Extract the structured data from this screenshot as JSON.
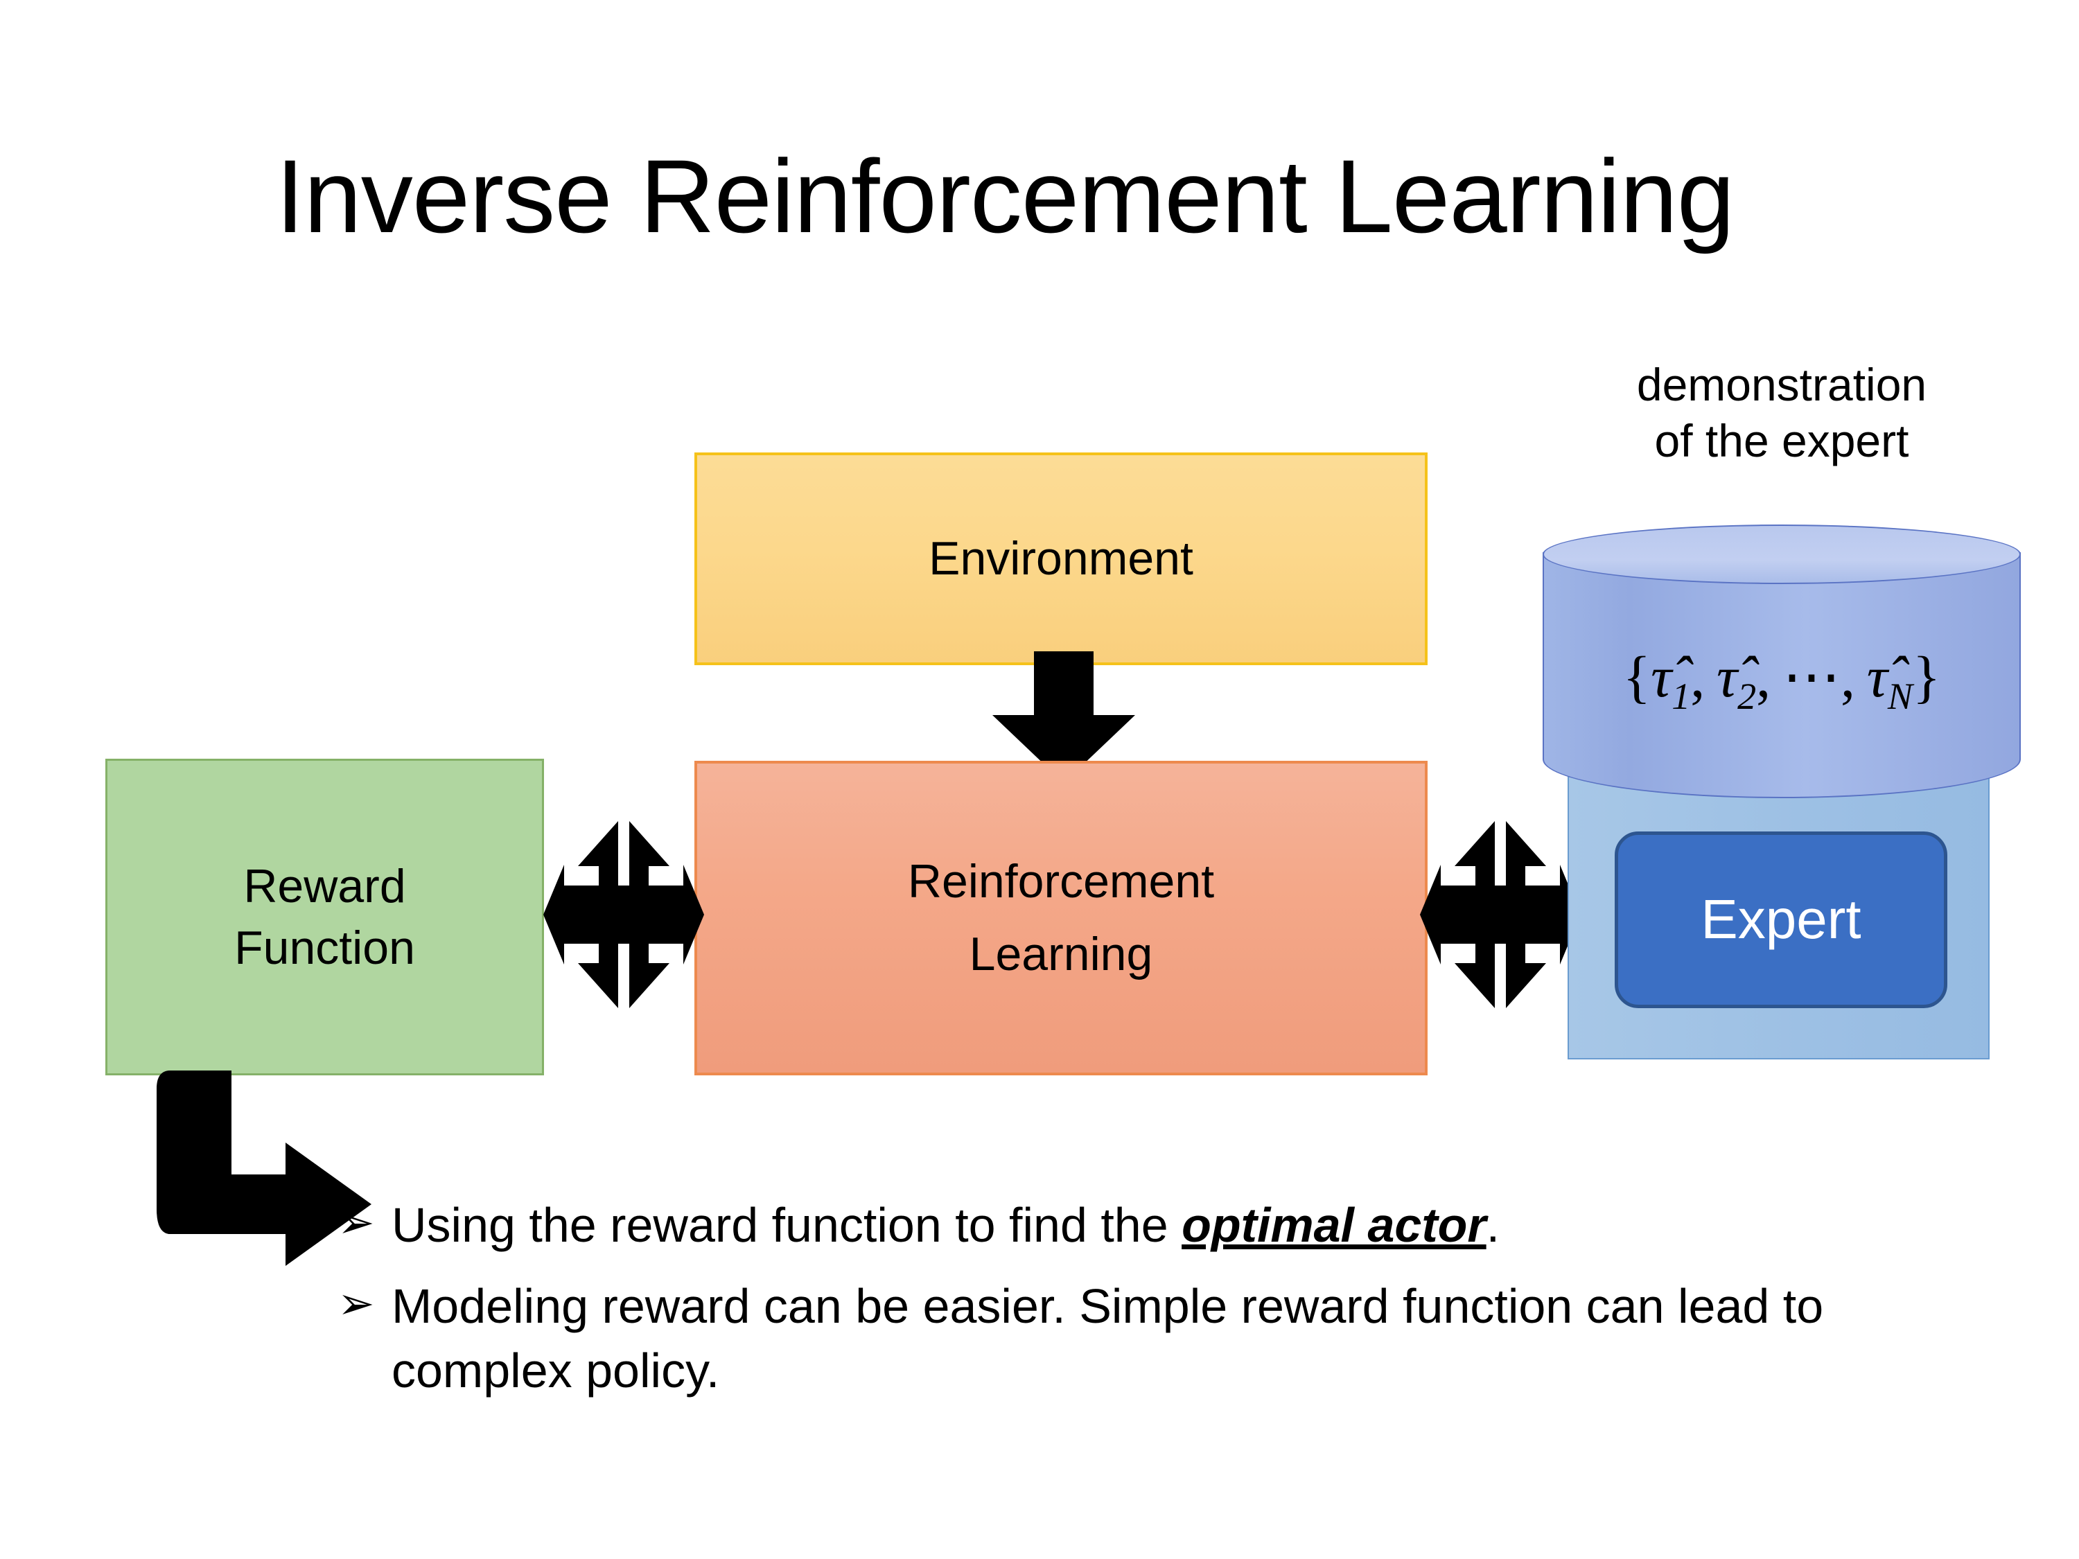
{
  "slide": {
    "title": "Inverse Reinforcement Learning"
  },
  "diagram": {
    "environment": {
      "label": "Environment",
      "fill": "#fcd88c",
      "border": "#f5c21a"
    },
    "reinforcement_learning": {
      "label_line1": "Reinforcement",
      "label_line2": "Learning",
      "fill": "#f4a889",
      "border": "#ed8a4e"
    },
    "reward_function": {
      "label_line1": "Reward",
      "label_line2": "Function",
      "fill": "#b0d6a0",
      "border": "#85b168"
    },
    "expert": {
      "label": "Expert",
      "fill": "#3b6fc4",
      "border": "#2d558f",
      "text_color": "#ffffff"
    },
    "expert_panel": {
      "fill": "#a7c7e7",
      "border": "#6a9cd0"
    },
    "demonstration": {
      "caption_line1": "demonstration",
      "caption_line2": "of the expert",
      "cylinder_formula_open": "{",
      "cylinder_tau": "τ̂",
      "cylinder_sub1": "1",
      "cylinder_sub2": "2",
      "cylinder_subN": "N",
      "cylinder_ellipsis": "⋯",
      "cylinder_comma": ",",
      "cylinder_formula_close": "}",
      "fill": "#9fb5e6",
      "border": "#5a73c4"
    },
    "arrows": {
      "environment_to_rl": "down-arrow-icon",
      "reward_to_rl": "quad-arrow-icon",
      "rl_to_expert": "quad-arrow-icon",
      "reward_to_bullets": "elbow-arrow-icon",
      "color": "#000000"
    }
  },
  "bullets": [
    {
      "marker": "➢",
      "text_before": "Using the reward function to find the ",
      "emphasis": "optimal actor",
      "text_after": "."
    },
    {
      "marker": "➢",
      "text_before": "Modeling reward can be easier. Simple reward function can lead to complex policy.",
      "emphasis": "",
      "text_after": ""
    }
  ]
}
